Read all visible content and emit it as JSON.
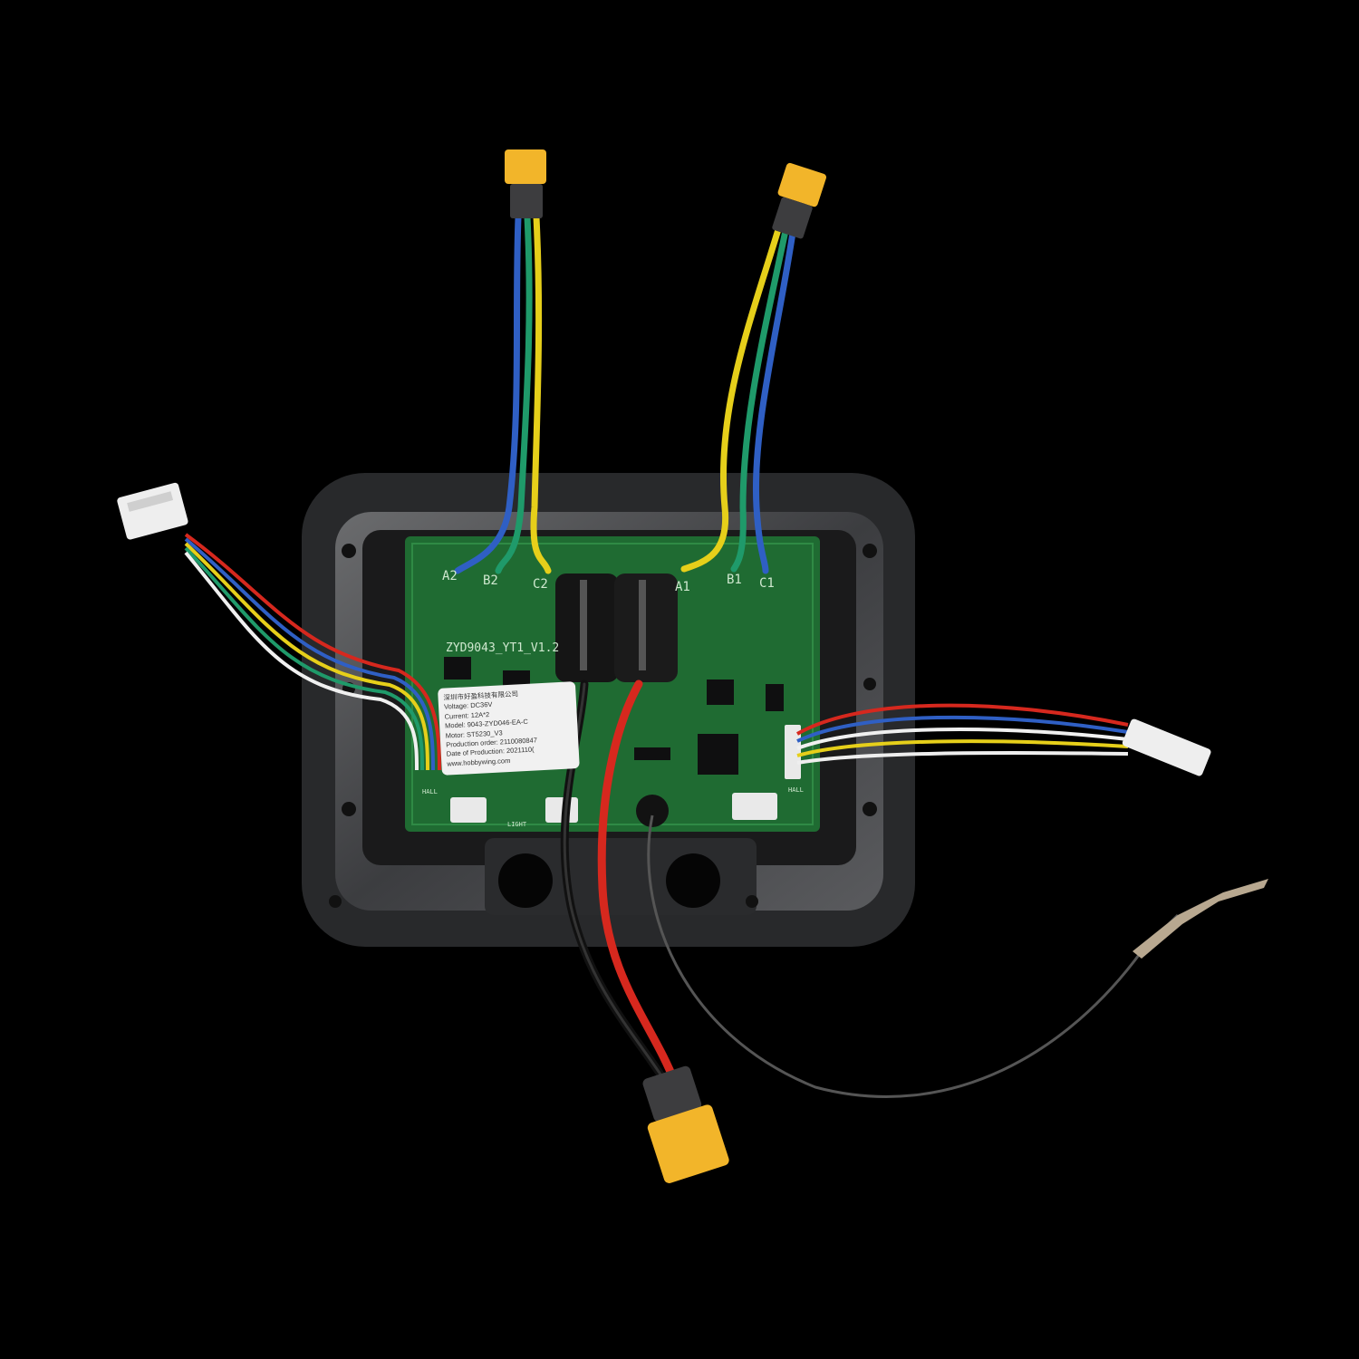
{
  "label": {
    "company": "深圳市好盈科技有限公司",
    "voltage": "Voltage:  DC36V",
    "current": "Current:   12A*2",
    "model": "Model: 9043-ZYD046-EA-C",
    "motor": "Motor: ST5230_V3",
    "production_order": "Production order:  2110080847",
    "date": "Date of Production:  2021110(",
    "website": "www.hobbywing.com"
  },
  "board": {
    "part_number": "ZYD9043_YT1_V1.2",
    "pads": [
      "A2",
      "B2",
      "C2",
      "A1",
      "B1",
      "C1"
    ],
    "hall_left": "HALL",
    "hall_right": "HALL",
    "light": "LIGHT"
  },
  "colors": {
    "background": "#000000",
    "housing": "#2b2c2e",
    "pcb": "#1f6b32",
    "connector": "#f2b52a",
    "wire_blue": "#2f5fc4",
    "wire_yellow": "#e6cf1a",
    "wire_green": "#1f9a6a",
    "wire_red": "#d6281e"
  }
}
